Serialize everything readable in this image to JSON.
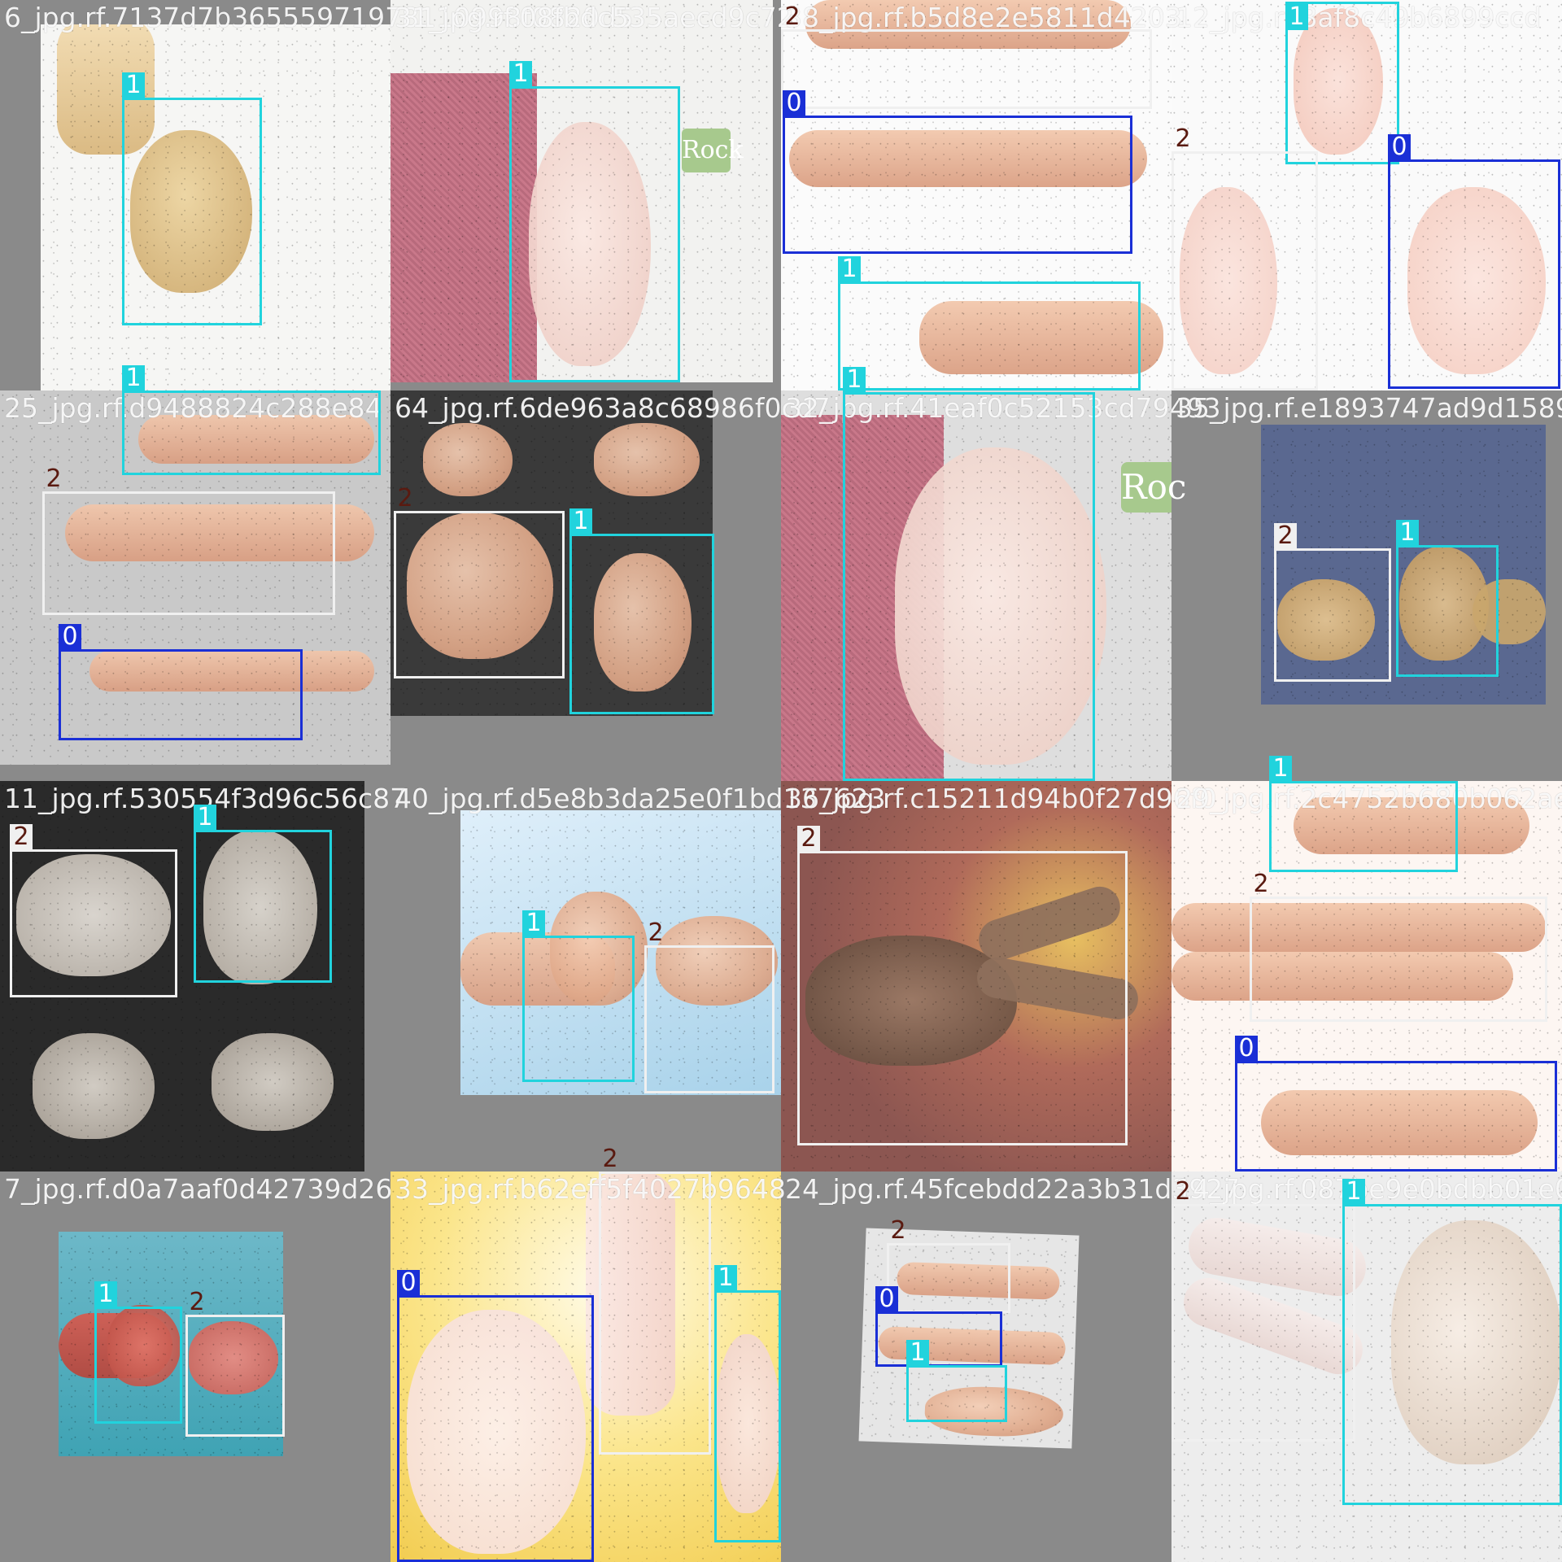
{
  "colors": {
    "class_0": "#1a2fd6",
    "class_1": "#21d3dd",
    "class_2": "#f0f0f0",
    "class_2_label_text": "#5a1a10"
  },
  "tiles": [
    {
      "filename": "6_jpg.rf.7137d7b36555971978110998f0820d5",
      "labels": [
        "1"
      ]
    },
    {
      "filename": "31_jpg.rf.08fbdc535aecd9c72",
      "labels": [
        "1"
      ],
      "sign_text": "Rock"
    },
    {
      "filename": "38_jpg.rf.b5d8e2e5811d4203",
      "labels": [
        "2",
        "0",
        "1"
      ]
    },
    {
      "filename": "12_jpg.rf.8af8c49b6899ccd",
      "labels": [
        "1",
        "0",
        "2"
      ]
    },
    {
      "filename": "25_jpg.rf.d9488824c288e84",
      "labels": [
        "1",
        "2",
        "0"
      ]
    },
    {
      "filename": "64_jpg.rf.6de963a8c68986f0cd7",
      "labels": [
        "2",
        "1"
      ]
    },
    {
      "filename": "32_jpg.rf.41eaf0c52153cd79493",
      "labels": [
        "1"
      ],
      "sign_text": "Roc"
    },
    {
      "filename": "35_jpg.rf.e1893747ad9d1589",
      "labels": [
        "2",
        "1"
      ]
    },
    {
      "filename": "11_jpg.rf.530554f3d96c56c87",
      "labels": [
        "1",
        "2"
      ]
    },
    {
      "filename": "40_jpg.rf.d5e8b3da25e0f1bd137623",
      "labels": [
        "1",
        "2"
      ]
    },
    {
      "filename": "36_jpg.rf.c15211d94b0f27d96f0",
      "labels": [
        "2"
      ]
    },
    {
      "filename": "29_jpg.rf.2c4752b680b062aed70",
      "labels": [
        "1",
        "2",
        "0"
      ]
    },
    {
      "filename": "7_jpg.rf.d0a7aaf0d42739d26",
      "labels": [
        "1",
        "2"
      ]
    },
    {
      "filename": "33_jpg.rf.b62eff5f4027b9648",
      "labels": [
        "2",
        "0",
        "1"
      ]
    },
    {
      "filename": "24_jpg.rf.45fcebdd22a3b31d3927",
      "labels": [
        "2",
        "0",
        "1"
      ]
    },
    {
      "filename": "14_jpg.rf.087be9e0bdbb01e0ee",
      "labels": [
        "2",
        "1"
      ]
    }
  ]
}
